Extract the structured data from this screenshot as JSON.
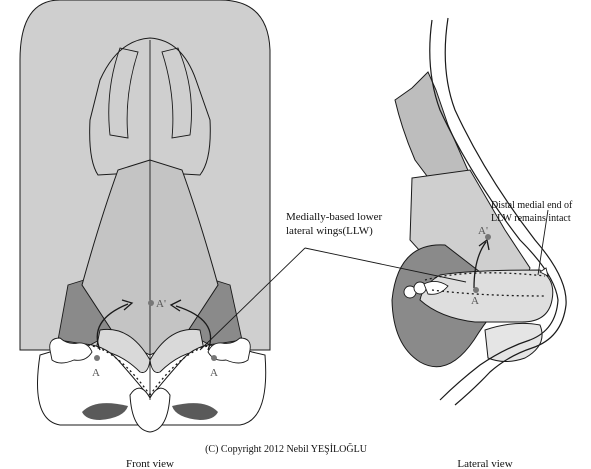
{
  "annotations": {
    "llw_line1": "Medially-based lower",
    "llw_line2": "lateral wings(LLW)",
    "distal_line1": "Distal medial end of",
    "distal_line2": "LLW remains intact"
  },
  "points": {
    "front_left": "A",
    "front_right": "A",
    "front_target": "A'",
    "lateral_origin": "A",
    "lateral_target": "A'"
  },
  "captions": {
    "copyright": "(C) Copyright 2012 Nebil YEŞİLOĞLU",
    "front": "Front view",
    "lateral": "Lateral view"
  },
  "colors": {
    "outer_skin": "#cfcfcf",
    "cartilage_light": "#c4c4c4",
    "cartilage_dark": "#8a8a8a",
    "nostril": "#5a5a5a",
    "skin_white": "#ffffff",
    "stroke": "#1a1a1a"
  }
}
